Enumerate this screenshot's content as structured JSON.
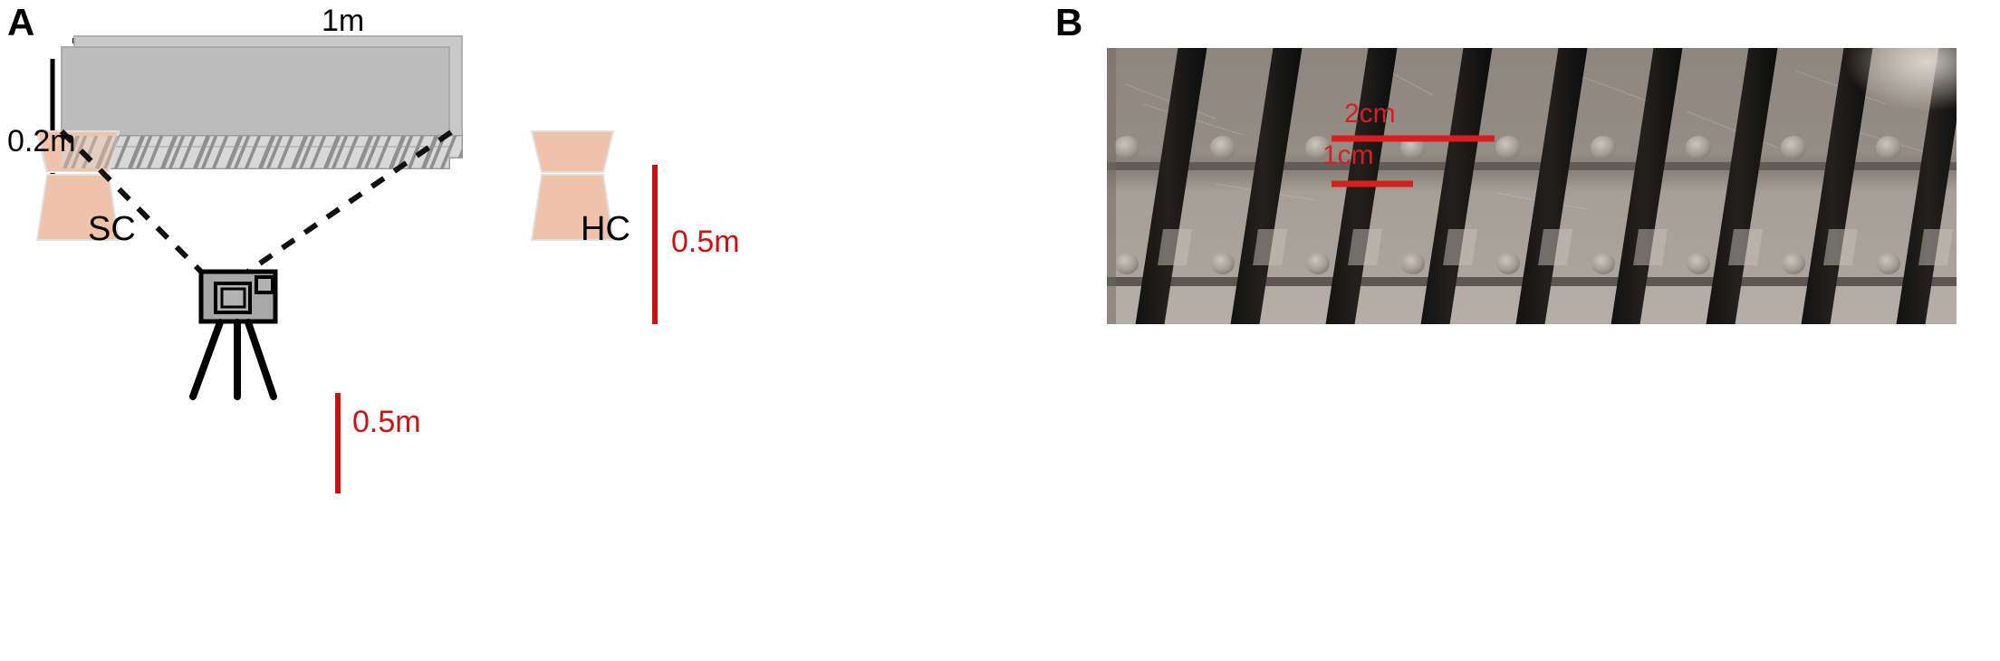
{
  "figure": {
    "panels": [
      {
        "id": "A",
        "label": "A"
      },
      {
        "id": "B",
        "label": "B"
      }
    ]
  },
  "panel_a": {
    "label": "A",
    "dimensions": {
      "width_label": "1m",
      "height_label": "0.2m",
      "canopy_height_label": "0.5m",
      "camera_height_label": "0.5m"
    },
    "components": {
      "sc_label": "SC",
      "hc_label": "HC",
      "camera_name": "camera-on-tripod",
      "sight_line_name": "dashed-sight-line"
    },
    "colors": {
      "block_gray": "#bdbdbd",
      "block_gray_light": "#cccccc",
      "hatch_band": "#d7d7d7",
      "hatch_stroke": "#8c8c8c",
      "cone_fill": "#f0c3ab",
      "cone_stroke": "#e3e3e3",
      "dimension_red": "#cc1111",
      "dimension_black": "#000000"
    }
  },
  "panel_b": {
    "label": "B",
    "annotations": [
      {
        "name": "scale-2cm",
        "text": "2cm"
      },
      {
        "name": "scale-1cm",
        "text": "1cm"
      }
    ],
    "annotation_color": "#d81f1f",
    "photo_description_name": "grayscale-photo-of-rod-array"
  }
}
